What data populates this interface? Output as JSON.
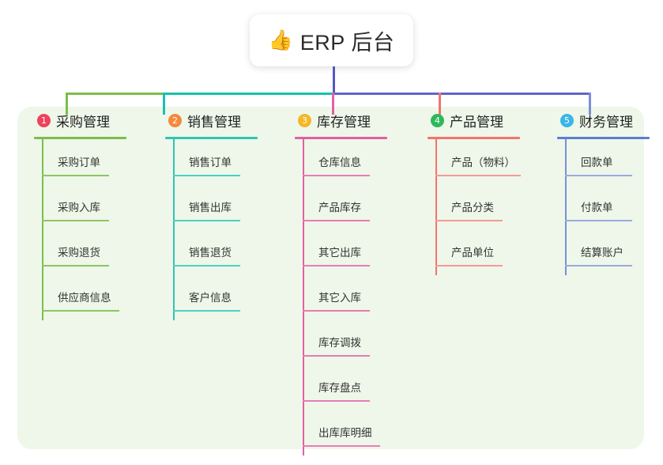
{
  "root": {
    "emoji": "👍",
    "emoji_name": "thumbs-up-emoji",
    "title": "ERP 后台"
  },
  "colors": {
    "panel_background": "#eef7e9",
    "page_background": "#ffffff",
    "root_connector": "#5558bf",
    "bar_green": "#7cbe4a",
    "bar_teal": "#16c2ac",
    "bar_blue": "#6165c8"
  },
  "columns": [
    {
      "number": "1",
      "title": "采购管理",
      "badge_color": "#f0415c",
      "line_color": "#7cbe4a",
      "items": [
        "采购订单",
        "采购入库",
        "采购退货",
        "供应商信息"
      ]
    },
    {
      "number": "2",
      "title": "销售管理",
      "badge_color": "#f5883c",
      "line_color": "#2ec5b6",
      "items": [
        "销售订单",
        "销售出库",
        "销售退货",
        "客户信息"
      ]
    },
    {
      "number": "3",
      "title": "库存管理",
      "badge_color": "#f4b728",
      "line_color": "#e35fa6",
      "items": [
        "仓库信息",
        "产品库存",
        "其它出库",
        "其它入库",
        "库存调拨",
        "库存盘点",
        "出库库明细"
      ]
    },
    {
      "number": "4",
      "title": "产品管理",
      "badge_color": "#2eb85c",
      "line_color": "#f4736c",
      "items": [
        "产品（物料）",
        "产品分类",
        "产品单位"
      ]
    },
    {
      "number": "5",
      "title": "财务管理",
      "badge_color": "#3ab5e8",
      "line_color": "#7b8fd6",
      "items": [
        "回款单",
        "付款单",
        "结算账户"
      ]
    }
  ]
}
